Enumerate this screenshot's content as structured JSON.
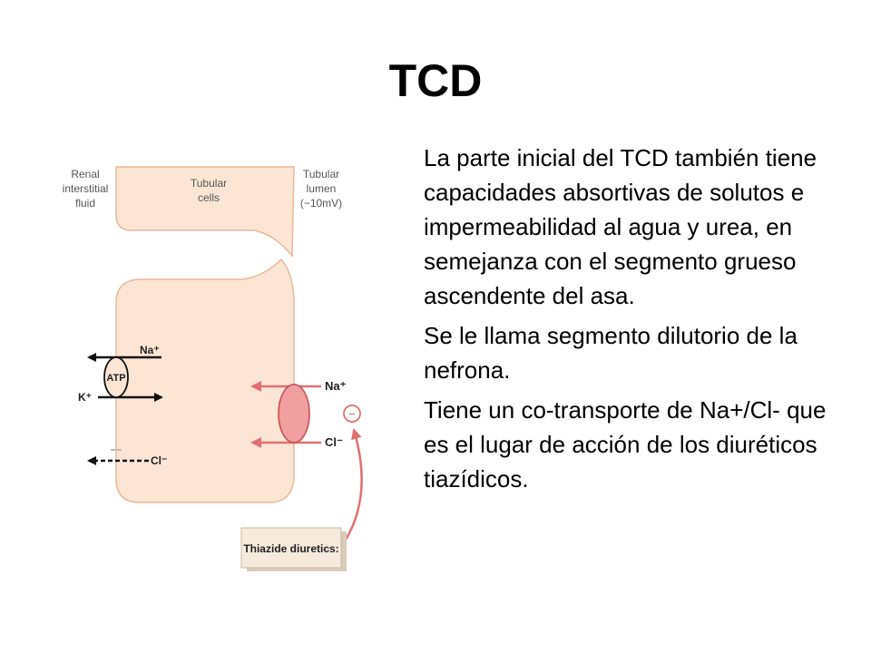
{
  "slide": {
    "title": "TCD",
    "paragraphs": [
      "La parte inicial del TCD también tiene capacidades absortivas de solutos e impermeabilidad al agua y urea, en semejanza con el segmento grueso ascendente del asa.",
      "Se le llama segmento dilutorio de la nefrona.",
      "Tiene un co-transporte de Na+/Cl- que es el lugar de acción de los diuréticos tiazídicos."
    ]
  },
  "diagram": {
    "labels": {
      "renal_line1": "Renal",
      "renal_line2": "interstitial",
      "renal_line3": "fluid",
      "tubular_cells_line1": "Tubular",
      "tubular_cells_line2": "cells",
      "tubular_lumen_line1": "Tubular",
      "tubular_lumen_line2": "lumen",
      "tubular_lumen_line3": "(−10mV)",
      "atp": "ATP",
      "na_left": "Na⁺",
      "k_left": "K⁺",
      "cl_left": "Cl⁻",
      "na_right": "Na⁺",
      "cl_right": "Cl⁻",
      "inhibit": "−",
      "drug_box": "Thiazide diuretics:"
    },
    "colors": {
      "cell_fill": "#fde5d5",
      "cell_stroke": "#e9b898",
      "arrow_red": "#e07070",
      "transporter_fill": "#f0a0a0",
      "box_fill": "#f5eadc"
    }
  }
}
